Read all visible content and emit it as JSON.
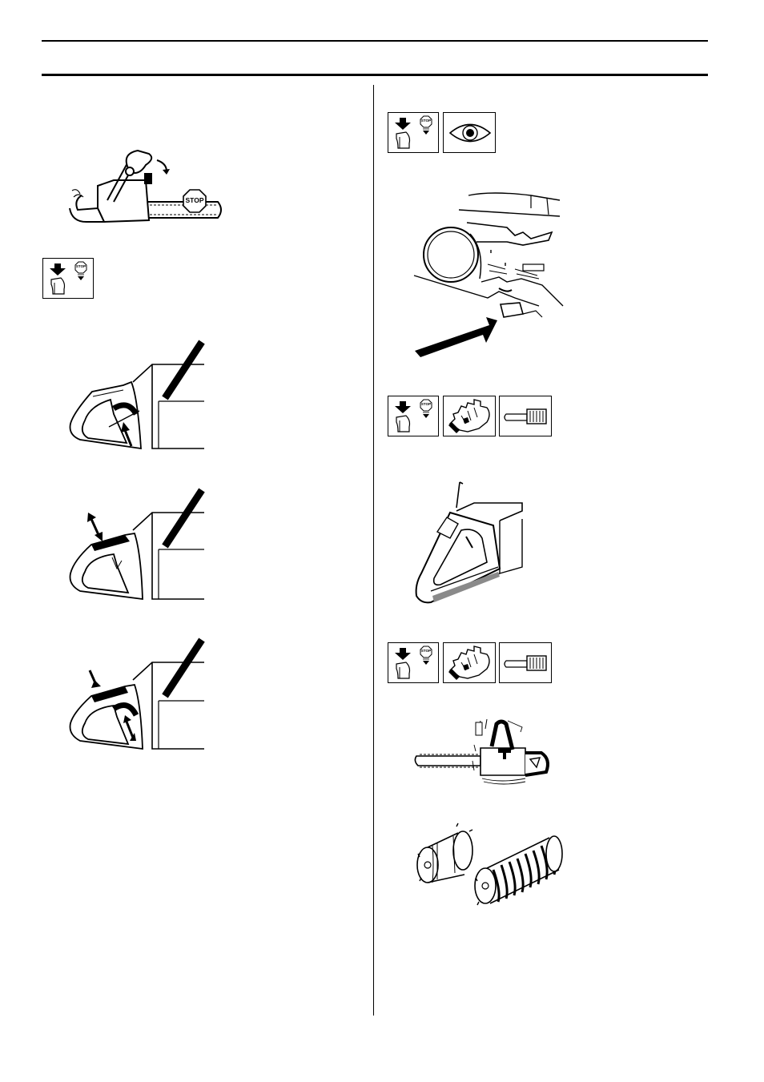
{
  "page": {
    "header_rules": 2,
    "column_divider": true
  },
  "figures": {
    "chain_brake_engage": {
      "stop_sign_label": "STOP"
    },
    "symbol_bar_left": {
      "icons": [
        "stop-engine-icon"
      ],
      "stop_label": "STOP"
    },
    "symbol_bar_right_1": {
      "icons": [
        "stop-engine-icon",
        "eye-inspect-icon"
      ],
      "stop_label": "STOP"
    },
    "symbol_bar_right_2": {
      "icons": [
        "stop-engine-icon",
        "glove-icon",
        "brush-icon"
      ],
      "stop_label": "STOP"
    },
    "symbol_bar_right_3": {
      "icons": [
        "stop-engine-icon",
        "glove-icon",
        "brush-icon"
      ],
      "stop_label": "STOP"
    }
  },
  "colors": {
    "ink": "#000000",
    "paper": "#ffffff",
    "shade": "#8a8a8a"
  }
}
